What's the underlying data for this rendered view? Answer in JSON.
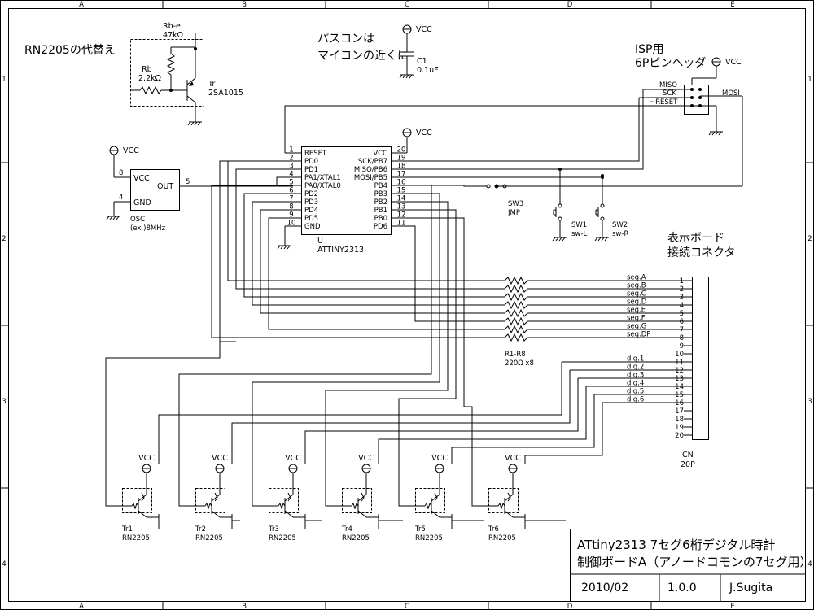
{
  "frame": {
    "columns": [
      "A",
      "B",
      "C",
      "D",
      "E"
    ],
    "rows": [
      "1",
      "2",
      "3",
      "4"
    ]
  },
  "notes": {
    "substitute_title": "RN2205の代替え",
    "bypass_cap_line1": "パスコンは",
    "bypass_cap_line2": "マイコンの近くに",
    "isp_line1": "ISP用",
    "isp_line2": "6Pピンヘッダ",
    "display_line1": "表示ボード",
    "display_line2": "接続コネクタ"
  },
  "power": {
    "vcc": "VCC"
  },
  "substitute": {
    "rbe_name": "Rb-e",
    "rbe_value": "47kΩ",
    "rb_name": "Rb",
    "rb_value": "2.2kΩ",
    "tr_name": "Tr",
    "tr_part": "2SA1015"
  },
  "cap": {
    "name": "C1",
    "value": "0.1uF"
  },
  "isp": {
    "miso": "MISO",
    "sck": "SCK",
    "reset": "~RESET",
    "mosi": "MOSI"
  },
  "osc": {
    "vcc_label": "VCC",
    "gnd_label": "GND",
    "out_label": "OUT",
    "pin_vcc": "8",
    "pin_gnd": "4",
    "pin_out": "5",
    "name": "OSC",
    "value": "(ex.)8MHz"
  },
  "mcu": {
    "ref": "U",
    "part": "ATTINY2313",
    "left_pins": [
      {
        "num": "1",
        "name": "RESET"
      },
      {
        "num": "2",
        "name": "PD0"
      },
      {
        "num": "3",
        "name": "PD1"
      },
      {
        "num": "4",
        "name": "PA1/XTAL1"
      },
      {
        "num": "5",
        "name": "PA0/XTAL0"
      },
      {
        "num": "6",
        "name": "PD2"
      },
      {
        "num": "7",
        "name": "PD3"
      },
      {
        "num": "8",
        "name": "PD4"
      },
      {
        "num": "9",
        "name": "PD5"
      },
      {
        "num": "10",
        "name": "GND"
      }
    ],
    "right_pins": [
      {
        "num": "20",
        "name": "VCC"
      },
      {
        "num": "19",
        "name": "SCK/PB7"
      },
      {
        "num": "18",
        "name": "MISO/PB6"
      },
      {
        "num": "17",
        "name": "MOSI/PB5"
      },
      {
        "num": "16",
        "name": "PB4"
      },
      {
        "num": "15",
        "name": "PB3"
      },
      {
        "num": "14",
        "name": "PB2"
      },
      {
        "num": "13",
        "name": "PB1"
      },
      {
        "num": "12",
        "name": "PB0"
      },
      {
        "num": "11",
        "name": "PD6"
      }
    ]
  },
  "switches": {
    "sw3_name": "SW3",
    "sw3_value": "JMP",
    "sw1_name": "SW1",
    "sw1_value": "sw-L",
    "sw2_name": "SW2",
    "sw2_value": "sw-R"
  },
  "resistors": {
    "name": "R1-R8",
    "value": "220Ω x8"
  },
  "connector": {
    "name": "CN",
    "value": "20P",
    "pins": [
      "1",
      "2",
      "3",
      "4",
      "5",
      "6",
      "7",
      "8",
      "9",
      "10",
      "11",
      "12",
      "13",
      "14",
      "15",
      "16",
      "17",
      "18",
      "19",
      "20"
    ],
    "seg_labels": [
      "seg.A",
      "seg.B",
      "seg.C",
      "seg.D",
      "seg.E",
      "seg.F",
      "seg.G",
      "seg.DP"
    ],
    "dig_labels": [
      "dig.1",
      "dig.2",
      "dig.3",
      "dig.4",
      "dig.5",
      "dig.6"
    ]
  },
  "transistors": [
    {
      "name": "Tr1",
      "part": "RN2205"
    },
    {
      "name": "Tr2",
      "part": "RN2205"
    },
    {
      "name": "Tr3",
      "part": "RN2205"
    },
    {
      "name": "Tr4",
      "part": "RN2205"
    },
    {
      "name": "Tr5",
      "part": "RN2205"
    },
    {
      "name": "Tr6",
      "part": "RN2205"
    }
  ],
  "title_block": {
    "title_line1": "ATtiny2313 7セグ6桁デジタル時計",
    "title_line2": "制御ボードA（アノードコモンの7セグ用）",
    "date": "2010/02",
    "version": "1.0.0",
    "author": "J.Sugita"
  }
}
